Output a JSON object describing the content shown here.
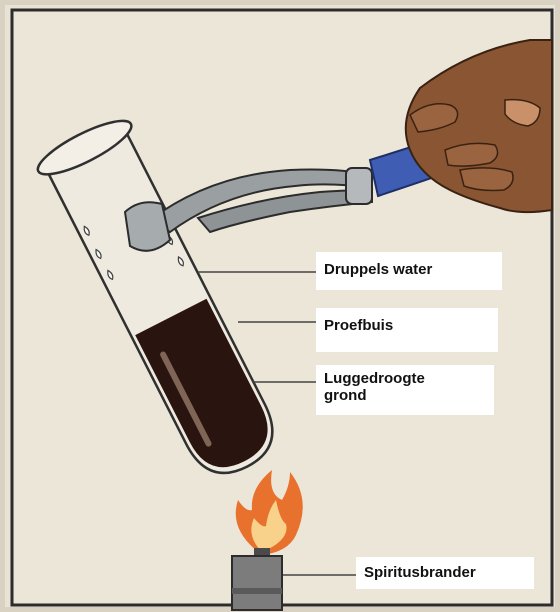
{
  "labels": {
    "water_droplets": "Druppels water",
    "test_tube": "Proefbuis",
    "soil_line1": "Luggedroogte",
    "soil_line2": "grond",
    "burner": "Spiritusbrander"
  },
  "colors": {
    "paper": "#e9e3d6",
    "soil": "#2a1410",
    "tongs": "#9aa0a2",
    "handle": "#3f5db3",
    "skin": "#8a5532",
    "flame_outer": "#e8641a",
    "flame_inner": "#f8d28a",
    "burner": "#7c7c7c"
  },
  "icons": [
    "hand-icon",
    "tongs-icon",
    "test-tube-icon",
    "flame-icon",
    "burner-icon"
  ]
}
